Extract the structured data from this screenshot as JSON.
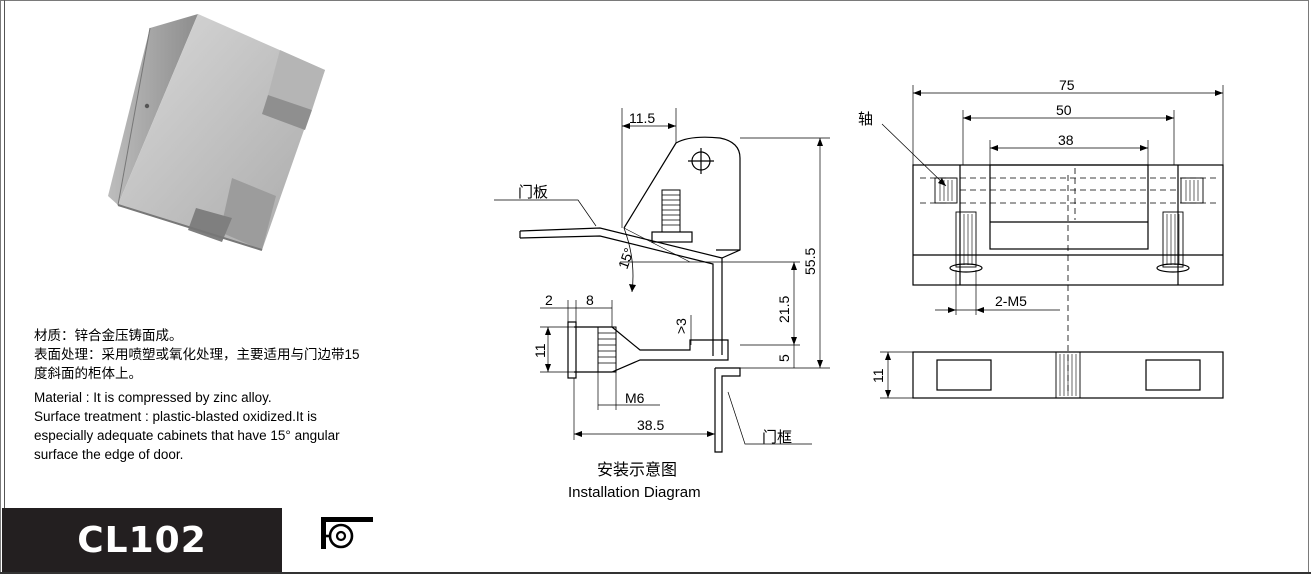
{
  "product": {
    "model": "CL102",
    "symbol_icon": "hinge-mount-symbol-icon"
  },
  "description": {
    "material_cn": "材质：锌合金压铸面成。",
    "treatment_cn_1": "表面处理：采用喷塑或氧化处理，主要适用与门边带15",
    "treatment_cn_2": "度斜面的柜体上。",
    "material_en": "Material : It is compressed by zinc alloy.",
    "treatment_en_1": "Surface treatment : plastic-blasted oxidized.It is",
    "treatment_en_2": "especially adequate cabinets that have 15°  angular",
    "treatment_en_3": "surface the edge of door."
  },
  "installation": {
    "title_cn": "安装示意图",
    "title_en": "Installation Diagram",
    "door_panel": "门板",
    "door_frame": "门框",
    "dim_11_5": "11.5",
    "dim_55_5": "55.5",
    "dim_21_5": "21.5",
    "dim_5": "5",
    "dim_3": ">3",
    "angle_15": "15°",
    "dim_2": "2",
    "dim_8": "8",
    "dim_11": "11",
    "dim_m6": "M6",
    "dim_38_5": "38.5"
  },
  "front_view": {
    "axis_label": "轴",
    "dim_75": "75",
    "dim_50": "50",
    "dim_38": "38",
    "screw_label": "2-M5",
    "dim_11": "11"
  }
}
